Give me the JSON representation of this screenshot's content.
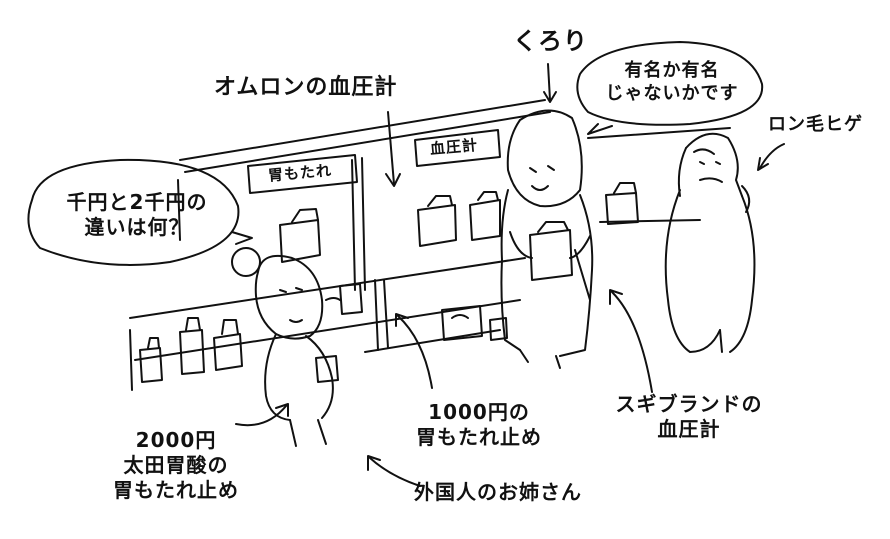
{
  "signs": {
    "stomach_sign": "胃もたれ",
    "bp_sign": "血圧計"
  },
  "annotations": {
    "kurori": "くろり",
    "omron": "オムロンの血圧計",
    "famous_line1": "有名か有名",
    "famous_line2": "じゃないかです",
    "long_hair": "ロン毛ヒゲ",
    "question_line1": "千円と2千円の",
    "question_line2": "違いは何？",
    "yen1000_line1": "1000円の",
    "yen1000_line2": "胃もたれ止め",
    "sugi_line1": "スギブランドの",
    "sugi_line2": "血圧計",
    "yen2000_line1": "2000円",
    "yen2000_line2": "太田胃酸の",
    "yen2000_line3": "胃もたれ止め",
    "foreign_woman": "外国人のお姉さん"
  }
}
